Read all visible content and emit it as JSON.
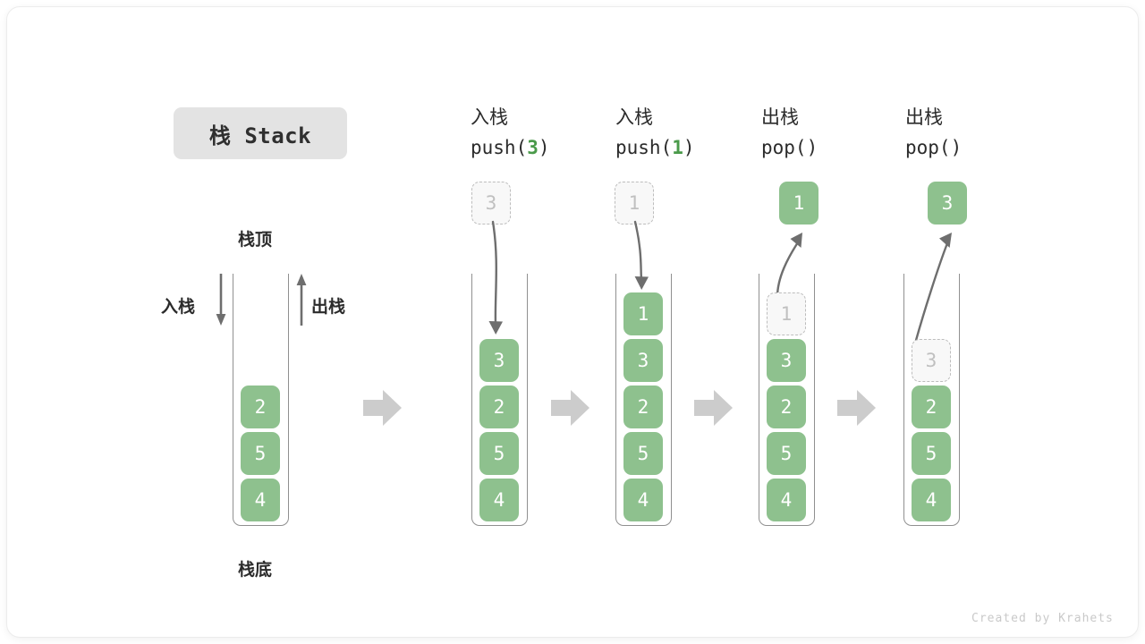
{
  "figure": {
    "title_badge": "栈 Stack",
    "credit": "Created by Krahets",
    "green": "#8ec18e",
    "accent_green": "#4a9a4a",
    "gray_arrow": "#cccccc",
    "line_gray": "#6e6e6e"
  },
  "legend": {
    "top_label": "栈顶",
    "bottom_label": "栈底",
    "push_label": "入栈",
    "pop_label": "出栈"
  },
  "columns": [
    {
      "id": "initial",
      "heading_cn": "",
      "heading_code": "",
      "stack": [
        "2",
        "5",
        "4"
      ],
      "floating": null,
      "ghost_in_stack": null
    },
    {
      "id": "push-3",
      "heading_cn": "入栈",
      "heading_code_prefix": "push(",
      "heading_code_value": "3",
      "heading_code_suffix": ")",
      "stack": [
        "3",
        "2",
        "5",
        "4"
      ],
      "floating_ghost": "3",
      "arrow": "down-into-stack"
    },
    {
      "id": "push-1",
      "heading_cn": "入栈",
      "heading_code_prefix": "push(",
      "heading_code_value": "1",
      "heading_code_suffix": ")",
      "stack": [
        "1",
        "3",
        "2",
        "5",
        "4"
      ],
      "floating_ghost": "1",
      "arrow": "down-into-stack"
    },
    {
      "id": "pop-1",
      "heading_cn": "出栈",
      "heading_code_prefix": "pop(",
      "heading_code_value": "",
      "heading_code_suffix": ")",
      "stack": [
        "3",
        "2",
        "5",
        "4"
      ],
      "ghost_in_stack": "1",
      "floating_solid": "1",
      "arrow": "up-out-of-stack"
    },
    {
      "id": "pop-3",
      "heading_cn": "出栈",
      "heading_code_prefix": "pop(",
      "heading_code_value": "",
      "heading_code_suffix": ")",
      "stack": [
        "2",
        "5",
        "4"
      ],
      "ghost_in_stack": "3",
      "floating_solid": "3",
      "arrow": "up-out-of-stack"
    }
  ]
}
